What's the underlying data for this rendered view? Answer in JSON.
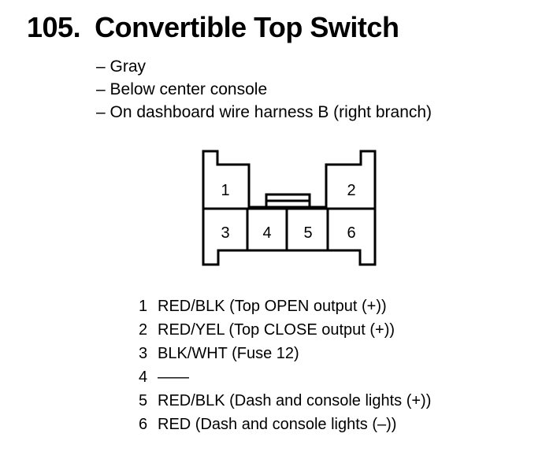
{
  "title": {
    "number": "105.",
    "text": "Convertible Top Switch"
  },
  "details": [
    "– Gray",
    "– Below center console",
    "– On dashboard wire harness B (right branch)"
  ],
  "connector": {
    "cavities": [
      "1",
      "2",
      "3",
      "4",
      "5",
      "6"
    ]
  },
  "pinout": [
    {
      "pin": "1",
      "desc": "RED/BLK (Top OPEN output (+))"
    },
    {
      "pin": "2",
      "desc": "RED/YEL (Top CLOSE output (+))"
    },
    {
      "pin": "3",
      "desc": "BLK/WHT (Fuse 12)"
    },
    {
      "pin": "4",
      "desc": "——"
    },
    {
      "pin": "5",
      "desc": "RED/BLK (Dash and console lights (+))"
    },
    {
      "pin": "6",
      "desc": "RED (Dash and console lights (–))"
    }
  ]
}
